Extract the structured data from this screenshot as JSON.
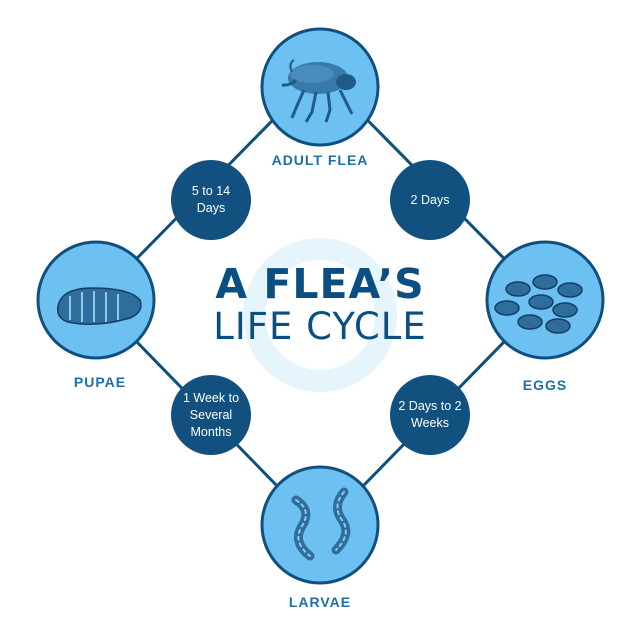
{
  "title": {
    "main": "A FLEA’S",
    "sub": "LIFE CYCLE"
  },
  "stages": [
    {
      "id": "adult",
      "label": "ADULT FLEA",
      "icon": "adult-flea-icon"
    },
    {
      "id": "eggs",
      "label": "EGGS",
      "icon": "eggs-icon"
    },
    {
      "id": "larvae",
      "label": "LARVAE",
      "icon": "larvae-icon"
    },
    {
      "id": "pupae",
      "label": "PUPAE",
      "icon": "pupae-icon"
    }
  ],
  "durations": [
    {
      "id": "adult-to-eggs",
      "text": "2 Days"
    },
    {
      "id": "eggs-to-larvae",
      "text": "2 Days to 2 Weeks"
    },
    {
      "id": "larvae-to-pupae",
      "text": "1 Week to Several Months"
    },
    {
      "id": "pupae-to-adult",
      "text": "5 to 14 Days"
    }
  ],
  "colors": {
    "stage_circle_fill": "#6cc1f2",
    "stage_circle_border": "#11507e",
    "duration_circle_fill": "#12507f",
    "connector": "#0f4f7e",
    "title": "#0b4f82",
    "stage_label": "#1d6fa6",
    "background_ring": "#e6f4fc",
    "icon_ink": "#1e5a8a"
  }
}
